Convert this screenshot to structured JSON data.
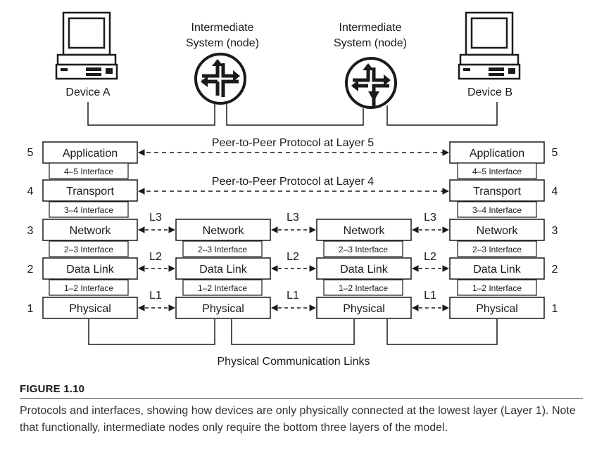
{
  "top": {
    "device_a": "Device A",
    "device_b": "Device B",
    "intermediate_1": [
      "Intermediate",
      "System (node)"
    ],
    "intermediate_2": [
      "Intermediate",
      "System (node)"
    ]
  },
  "peer_protocols": {
    "layer5": "Peer-to-Peer Protocol at Layer 5",
    "layer4": "Peer-to-Peer Protocol at Layer 4"
  },
  "layer_numbers": [
    "5",
    "4",
    "3",
    "2",
    "1"
  ],
  "layers": {
    "application": "Application",
    "transport": "Transport",
    "network": "Network",
    "data_link": "Data Link",
    "physical": "Physical"
  },
  "interfaces": {
    "i45": "4–5 Interface",
    "i34": "3–4 Interface",
    "i23": "2–3 Interface",
    "i12": "1–2 Interface"
  },
  "link_labels": {
    "l3": "L3",
    "l2": "L2",
    "l1": "L1"
  },
  "bottom_label": "Physical Communication Links",
  "figure": {
    "label": "FIGURE 1.10",
    "caption": "Protocols and interfaces, showing how devices are only physically connected at the lowest layer (Layer 1). Note that functionally, intermediate nodes only require the bottom three layers of the model."
  }
}
